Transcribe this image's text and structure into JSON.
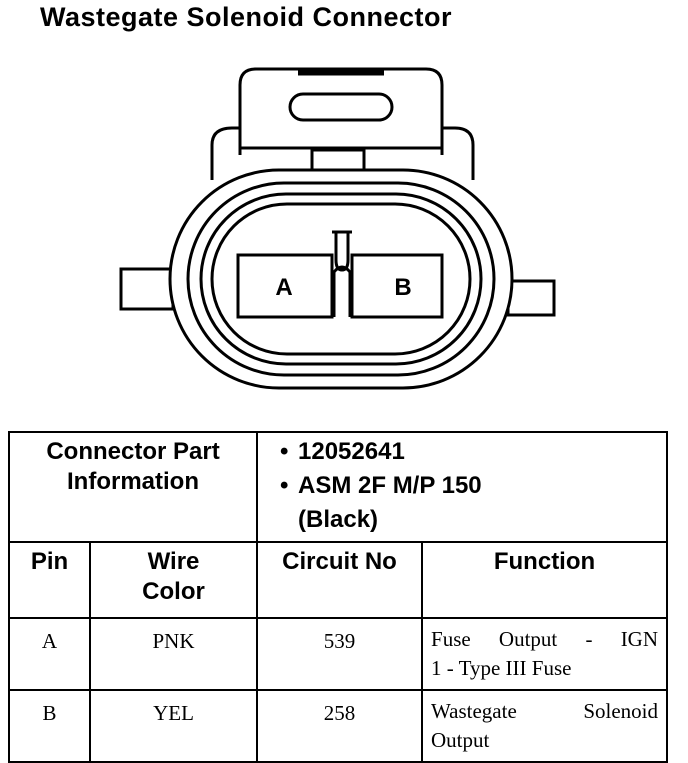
{
  "title": "Wastegate Solenoid Connector",
  "connector": {
    "pins": [
      "A",
      "B"
    ]
  },
  "part_info": {
    "label": "Connector Part Information",
    "label_line1": "Connector Part",
    "label_line2": "Information",
    "items": [
      "12052641",
      "ASM 2F M/P 150",
      "(Black)"
    ]
  },
  "columns": {
    "pin": "Pin",
    "wire_color_line1": "Wire",
    "wire_color_line2": "Color",
    "circuit_no": "Circuit No",
    "function": "Function"
  },
  "rows": [
    {
      "pin": "A",
      "wire_color": "PNK",
      "circuit_no": "539",
      "function_line1": "Fuse Output - IGN",
      "function_line2": "1 - Type III Fuse"
    },
    {
      "pin": "B",
      "wire_color": "YEL",
      "circuit_no": "258",
      "function_line1": "Wastegate Solenoid",
      "function_line2": "Output"
    }
  ]
}
